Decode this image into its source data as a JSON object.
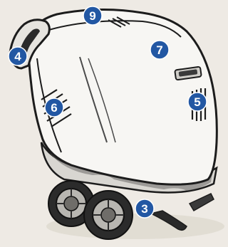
{
  "illustration": {
    "subject": "pressure-washer",
    "colors": {
      "background": "#eeeae4",
      "body_fill": "#f7f6f3",
      "outline": "#1c1c1c",
      "badge": "#2257a3",
      "badge_text": "#ffffff"
    }
  },
  "callouts": [
    {
      "id": "handle",
      "number": "4"
    },
    {
      "id": "top",
      "number": "9"
    },
    {
      "id": "cover",
      "number": "7"
    },
    {
      "id": "left-vent",
      "number": "6"
    },
    {
      "id": "right-vent",
      "number": "5"
    },
    {
      "id": "base",
      "number": "3"
    }
  ]
}
